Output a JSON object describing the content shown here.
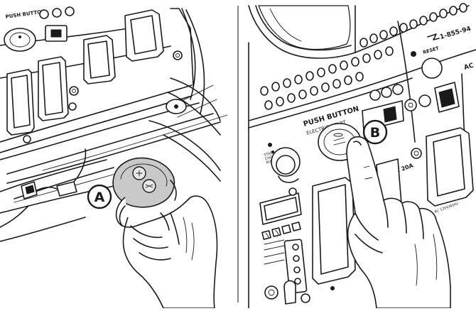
{
  "panels": {
    "left": {
      "callout": "A",
      "labels": {
        "top_small": "PUSH BUTTON"
      }
    },
    "right": {
      "callout": "B",
      "labels": {
        "phone": "1-855-94",
        "push_button": "PUSH BUTTON",
        "electric_start": "ELECTRIC START",
        "reset": "RESET",
        "ac_20a": "AC 20A",
        "ac_caution": "AC 120V/60Hz",
        "ac_top": "AC",
        "start_choke": "START\nCHOKE\nRUN"
      }
    }
  },
  "colors": {
    "ink": "#1a1a1a",
    "paper": "#ffffff",
    "divider": "#555555",
    "shade": "#cfcfcf"
  }
}
